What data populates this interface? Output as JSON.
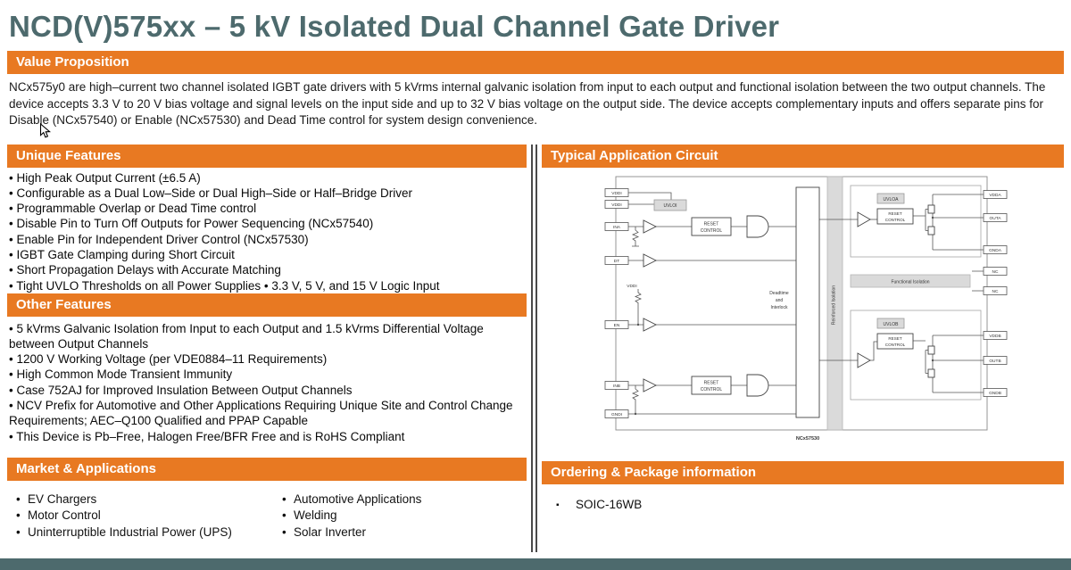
{
  "colors": {
    "brand_orange": "#E87922",
    "header_teal": "#4D6A6D"
  },
  "page": {
    "title": "NCD(V)575xx – 5 kV Isolated Dual Channel Gate Driver"
  },
  "sections": {
    "value_proposition": {
      "heading": "Value Proposition",
      "body": "NCx575y0 are high–current two channel isolated IGBT gate drivers with 5 kVrms internal galvanic isolation from input to each output and functional isolation between the two output channels. The device accepts 3.3 V to 20 V bias voltage and signal levels on the input side and up to 32 V bias voltage on the output side. The device accepts complementary inputs and offers separate pins for Disable (NCx57540) or Enable (NCx57530) and Dead Time control for system design convenience."
    },
    "unique_features": {
      "heading": "Unique Features",
      "items": [
        "High Peak Output Current (±6.5 A)",
        "Configurable as a Dual Low–Side or Dual High–Side or Half–Bridge Driver",
        "Programmable Overlap or Dead Time control",
        "Disable Pin to Turn Off Outputs for Power Sequencing (NCx57540)",
        "Enable Pin for Independent Driver Control (NCx57530)",
        "IGBT Gate Clamping during Short Circuit",
        "Short Propagation Delays with Accurate Matching",
        "Tight UVLO Thresholds on all Power Supplies • 3.3 V, 5 V, and 15 V Logic Input"
      ]
    },
    "other_features": {
      "heading": "Other Features",
      "items": [
        "5 kVrms Galvanic Isolation from Input to each Output and 1.5 kVrms Differential Voltage between Output Channels",
        "1200 V Working Voltage (per VDE0884–11 Requirements)",
        "High Common Mode Transient Immunity",
        "Case 752AJ for Improved Insulation Between Output Channels",
        "NCV Prefix for Automotive and Other Applications Requiring Unique Site and Control Change Requirements; AEC–Q100 Qualified and PPAP Capable",
        "This Device is Pb–Free, Halogen Free/BFR Free and is RoHS Compliant"
      ]
    },
    "market_applications": {
      "heading": "Market & Applications",
      "column1": [
        "EV Chargers",
        "Motor Control",
        "Uninterruptible Industrial Power (UPS)"
      ],
      "column2": [
        "Automotive Applications",
        "Welding",
        "Solar Inverter"
      ]
    },
    "application_circuit": {
      "heading": "Typical  Application Circuit",
      "diagram": {
        "pins_left": [
          "VDDI",
          "VDDI",
          "INA",
          "DT",
          "EN",
          "INB",
          "GNDI"
        ],
        "pins_right": [
          "VDDA",
          "OUTA",
          "GNDA",
          "NC",
          "NC",
          "VDDB",
          "OUTB",
          "GNDB"
        ],
        "blocks": {
          "uvloi": "UVLOI",
          "uvloa": "UVLOA",
          "uvlob": "UVLOB",
          "reset_line1": "RESET",
          "reset_line2": "CONTROL",
          "deadtime_line1": "Deadtime",
          "deadtime_line2": "and",
          "deadtime_line3": "Interlock",
          "reinforced_isolation": "Reinforced Isolation",
          "functional_isolation": "Functional Isolation",
          "vddi_net": "VDDI",
          "part_number": "NCx57530"
        }
      }
    },
    "ordering": {
      "heading": "Ordering & Package information",
      "items": [
        "SOIC-16WB"
      ]
    }
  }
}
